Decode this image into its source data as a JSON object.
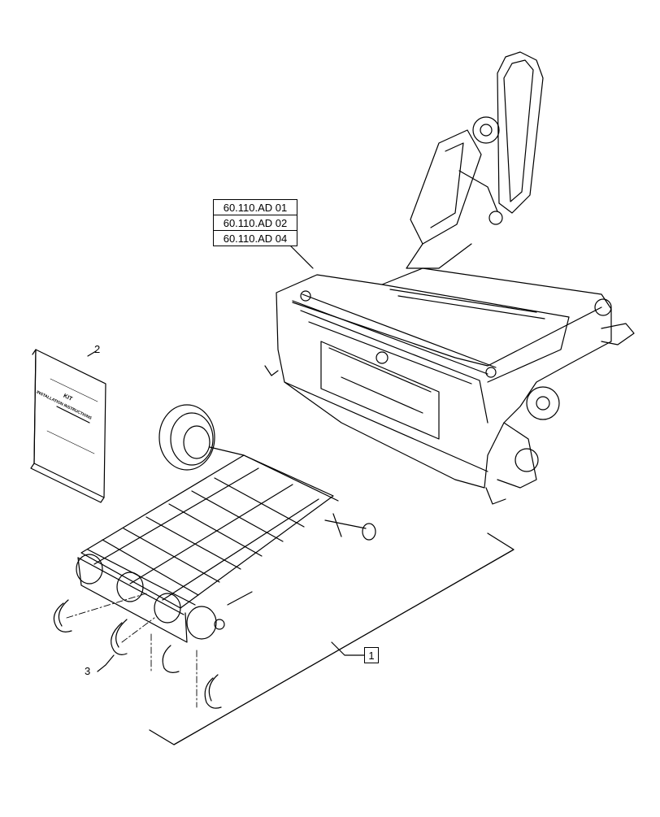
{
  "references": [
    "60.110.AD 01",
    "60.110.AD 02",
    "60.110.AD 04"
  ],
  "callouts": {
    "item1": "1",
    "item2": "2",
    "item3": "3"
  },
  "manual": {
    "cover_line1": "KIT",
    "cover_line2": "INSTALLATION INSTRUCTIONS"
  }
}
